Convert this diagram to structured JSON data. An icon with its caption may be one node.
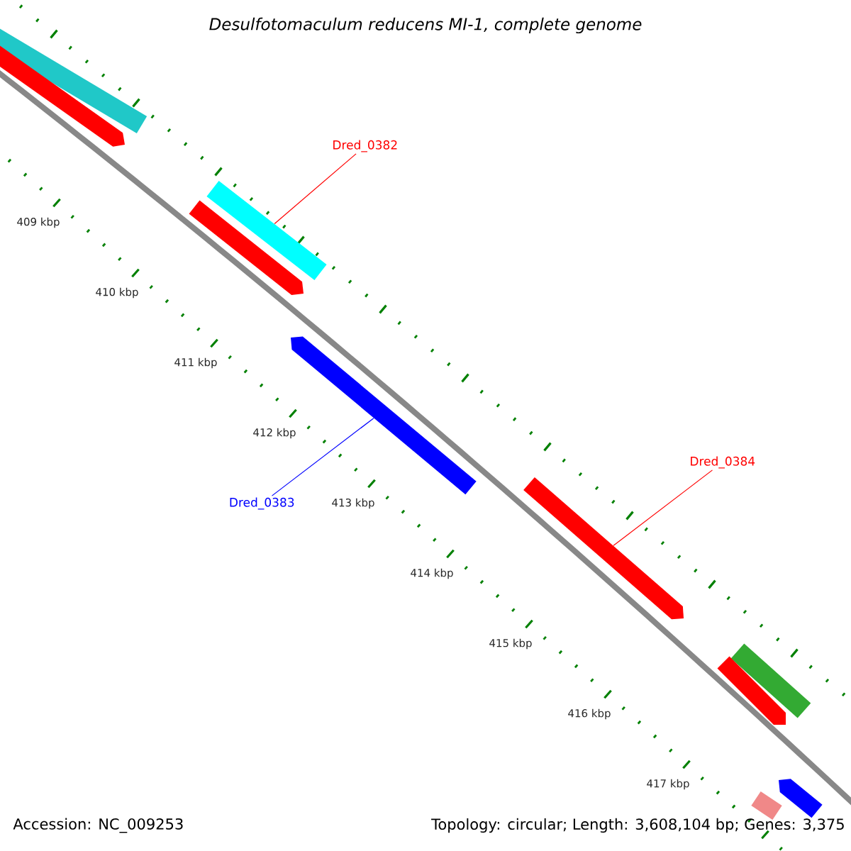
{
  "diagram": {
    "title": "Desulfotomaculum reducens MI-1, complete genome",
    "nodes": [
      {
        "text": [],
        "shape": "bar"
      },
      {
        "text": [],
        "shape": "arrow"
      },
      {
        "text": [],
        "shape": "bar"
      },
      {
        "text": [],
        "shape": "arrow"
      },
      {
        "text": [],
        "shape": "arrow"
      },
      {
        "text": [],
        "shape": "arrow"
      },
      {
        "text": [],
        "shape": "bar"
      },
      {
        "text": [],
        "shape": "arrow"
      },
      {
        "text": [],
        "shape": "arrow"
      },
      {
        "text": [],
        "shape": "bar"
      },
      {
        "text": [
          "Dred_0382"
        ]
      },
      {
        "text": [
          "Dred_0383"
        ]
      },
      {
        "text": [
          "Dred_0384"
        ]
      }
    ],
    "edges": [
      {
        "from": 10,
        "to": 2,
        "arrow": "none"
      },
      {
        "from": 11,
        "to": 4,
        "arrow": "none",
        "color": "#0000ff"
      },
      {
        "from": 12,
        "to": 5,
        "arrow": "none"
      }
    ],
    "labels": [
      "409 kbp",
      "410 kbp",
      "411 kbp",
      "412 kbp",
      "413 kbp",
      "414 kbp",
      "415 kbp",
      "416 kbp",
      "417 kbp",
      "Accession: NC_009253",
      "Topology: circular; Length: 3,608,104 bp; Genes: 3,375"
    ]
  }
}
